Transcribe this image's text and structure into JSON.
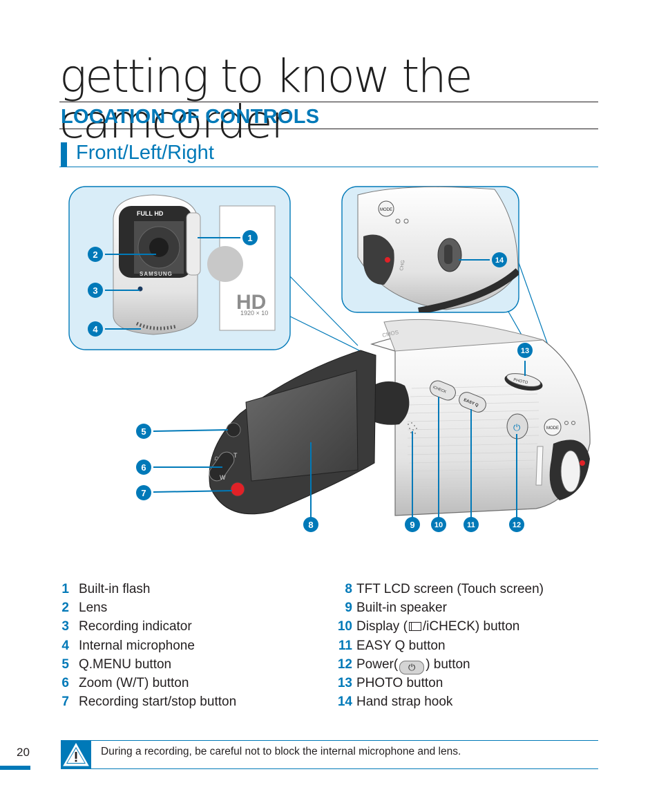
{
  "header": {
    "chapter_title": "getting to know the camcorder",
    "section_title": "LOCATION OF CONTROLS",
    "subsection_title": "Front/Left/Right"
  },
  "figure": {
    "callouts": [
      "1",
      "2",
      "3",
      "4",
      "5",
      "6",
      "7",
      "8",
      "9",
      "10",
      "11",
      "12",
      "13",
      "14"
    ],
    "device_text": {
      "full_hd": "FULL HD",
      "brand": "SAMSUNG",
      "hd_logo": "HD",
      "resolution": "1920 × 10",
      "mode": "MODE",
      "chg": "CHG",
      "cmos": "CMOS",
      "qmenu": "Q.MENU",
      "tele": "T",
      "wide": "W",
      "icheck": "iCHECK",
      "easy_q": "EASY Q",
      "photo": "PHOTO"
    },
    "colors": {
      "accent": "#0079b8",
      "inset_fill": "#d9edf8",
      "body_dark": "#3a3a3a"
    }
  },
  "legend": {
    "left": [
      {
        "num": "1",
        "label": "Built-in flash"
      },
      {
        "num": "2",
        "label": "Lens"
      },
      {
        "num": "3",
        "label": "Recording indicator"
      },
      {
        "num": "4",
        "label": "Internal microphone"
      },
      {
        "num": "5",
        "label": "Q.MENU button"
      },
      {
        "num": "6",
        "label": "Zoom (W/T) button"
      },
      {
        "num": "7",
        "label": "Recording start/stop button"
      }
    ],
    "right": [
      {
        "num": "8",
        "label": "TFT LCD screen (Touch screen)"
      },
      {
        "num": "9",
        "label": "Built-in speaker"
      },
      {
        "num": "10",
        "pre": "Display (",
        "post": "/iCHECK) button",
        "icon": "display-icon"
      },
      {
        "num": "11",
        "label": "EASY Q button"
      },
      {
        "num": "12",
        "pre": "Power(",
        "post": ") button",
        "icon": "power-icon"
      },
      {
        "num": "13",
        "label": "PHOTO button"
      },
      {
        "num": "14",
        "label": "Hand strap hook"
      }
    ]
  },
  "footer": {
    "page_number": "20",
    "note": "During a recording, be careful not to block the internal microphone and lens.",
    "note_icon": "warning-icon"
  }
}
